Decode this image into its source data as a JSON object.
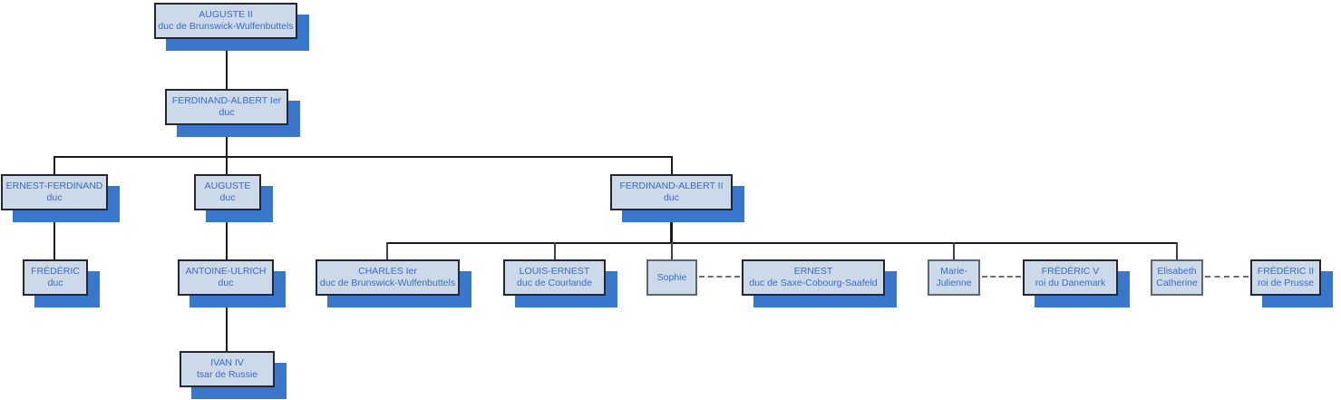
{
  "diagram": {
    "type": "family-tree",
    "description_of_visible_content": "Genealogy chart of the dukes of Brunswick-Wolfenbuttel, boxes linked by solid descent lines and dashed marriage lines"
  },
  "colors": {
    "box_fill": "#ccd9e8",
    "box_border": "#23272e",
    "minor_border": "#5c6670",
    "shadow": "#3877cb",
    "text": "#3a6bc6",
    "line": "#1a1a1a",
    "dash": "#6e6e6e"
  },
  "nodes": {
    "auguste_ii": {
      "name": "AUGUSTE II",
      "title": "duc de Brunswick-Wulfenbuttels"
    },
    "ferdinand_albert_ier": {
      "name": "FERDINAND-ALBERT Ier",
      "title": "duc"
    },
    "ernest_ferdinand": {
      "name": "ERNEST-FERDINAND",
      "title": "duc"
    },
    "auguste": {
      "name": "AUGUSTE",
      "title": "duc"
    },
    "ferdinand_albert_ii": {
      "name": "FERDINAND-ALBERT II",
      "title": "duc"
    },
    "frederic": {
      "name": "FRÉDÉRIC",
      "title": "duc"
    },
    "antoine_ulrich": {
      "name": "ANTOINE-ULRICH",
      "title": "duc"
    },
    "charles_ier": {
      "name": "CHARLES Ier",
      "title": "duc de Brunswick-Wulfenbuttels"
    },
    "louis_ernest": {
      "name": "LOUIS-ERNEST",
      "title": "duc de Courlande"
    },
    "sophie": {
      "name": "Sophie",
      "title": ""
    },
    "ernest": {
      "name": "ERNEST",
      "title": "duc de Saxe-Cobourg-Saafeld"
    },
    "marie_julienne": {
      "name": "Marie-",
      "title": "Julienne"
    },
    "frederic_v": {
      "name": "FRÉDÉRIC V",
      "title": "roi du Danemark"
    },
    "elisabeth_catherine": {
      "name": "Elisabeth",
      "title": "Catherine"
    },
    "frederic_ii": {
      "name": "FRÉDÉRIC II",
      "title": "roi de Prusse"
    },
    "ivan_iv": {
      "name": "IVAN IV",
      "title": "tsar de Russie"
    }
  },
  "edges": [
    {
      "from": "auguste_ii",
      "to": "ferdinand_albert_ier",
      "type": "solid-descent"
    },
    {
      "from": "ferdinand_albert_ier",
      "to": "ernest_ferdinand",
      "type": "solid-descent"
    },
    {
      "from": "ferdinand_albert_ier",
      "to": "auguste",
      "type": "solid-descent"
    },
    {
      "from": "ferdinand_albert_ier",
      "to": "ferdinand_albert_ii",
      "type": "solid-descent"
    },
    {
      "from": "ernest_ferdinand",
      "to": "frederic",
      "type": "solid-descent"
    },
    {
      "from": "auguste",
      "to": "antoine_ulrich",
      "type": "solid-descent"
    },
    {
      "from": "antoine_ulrich",
      "to": "ivan_iv",
      "type": "solid-descent"
    },
    {
      "from": "ferdinand_albert_ii",
      "to": "charles_ier",
      "type": "solid-descent"
    },
    {
      "from": "ferdinand_albert_ii",
      "to": "louis_ernest",
      "type": "solid-descent"
    },
    {
      "from": "ferdinand_albert_ii",
      "to": "sophie",
      "type": "solid-descent"
    },
    {
      "from": "ferdinand_albert_ii",
      "to": "marie_julienne",
      "type": "solid-descent"
    },
    {
      "from": "ferdinand_albert_ii",
      "to": "elisabeth_catherine",
      "type": "solid-descent"
    },
    {
      "from": "sophie",
      "to": "ernest",
      "type": "dashed-marriage"
    },
    {
      "from": "marie_julienne",
      "to": "frederic_v",
      "type": "dashed-marriage"
    },
    {
      "from": "elisabeth_catherine",
      "to": "frederic_ii",
      "type": "dashed-marriage"
    }
  ]
}
